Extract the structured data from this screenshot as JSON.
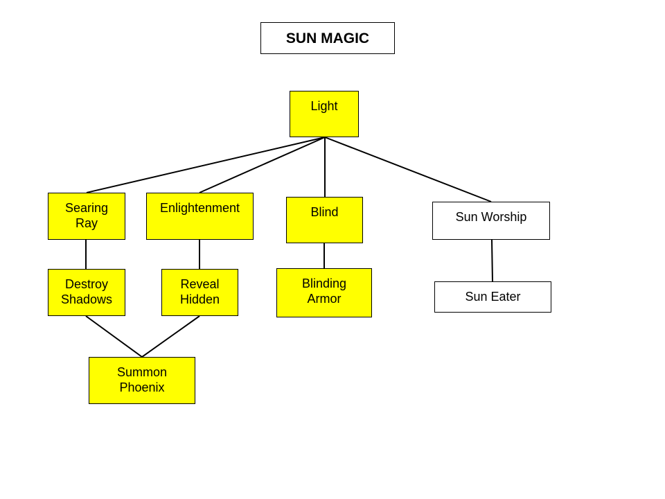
{
  "title": "SUN MAGIC",
  "colors": {
    "highlight": "#ffff00",
    "plain": "#ffffff",
    "line": "#000000"
  },
  "nodes": {
    "light": {
      "label": "Light",
      "highlighted": true
    },
    "searing_ray": {
      "label": "Searing\nRay",
      "highlighted": true
    },
    "enlightenment": {
      "label": "Enlightenment",
      "highlighted": true
    },
    "blind": {
      "label": "Blind",
      "highlighted": true
    },
    "sun_worship": {
      "label": "Sun Worship",
      "highlighted": false
    },
    "destroy_shadows": {
      "label": "Destroy\nShadows",
      "highlighted": true
    },
    "reveal_hidden": {
      "label": "Reveal\nHidden",
      "highlighted": true
    },
    "blinding_armor": {
      "label": "Blinding\nArmor",
      "highlighted": true
    },
    "sun_eater": {
      "label": "Sun Eater",
      "highlighted": false
    },
    "summon_phoenix": {
      "label": "Summon\nPhoenix",
      "highlighted": true
    }
  },
  "edges": [
    {
      "from": "light",
      "to": "searing_ray"
    },
    {
      "from": "light",
      "to": "enlightenment"
    },
    {
      "from": "light",
      "to": "blind"
    },
    {
      "from": "light",
      "to": "sun_worship"
    },
    {
      "from": "searing_ray",
      "to": "destroy_shadows"
    },
    {
      "from": "enlightenment",
      "to": "reveal_hidden"
    },
    {
      "from": "blind",
      "to": "blinding_armor"
    },
    {
      "from": "sun_worship",
      "to": "sun_eater"
    },
    {
      "from": "destroy_shadows",
      "to": "summon_phoenix"
    },
    {
      "from": "reveal_hidden",
      "to": "summon_phoenix"
    }
  ]
}
